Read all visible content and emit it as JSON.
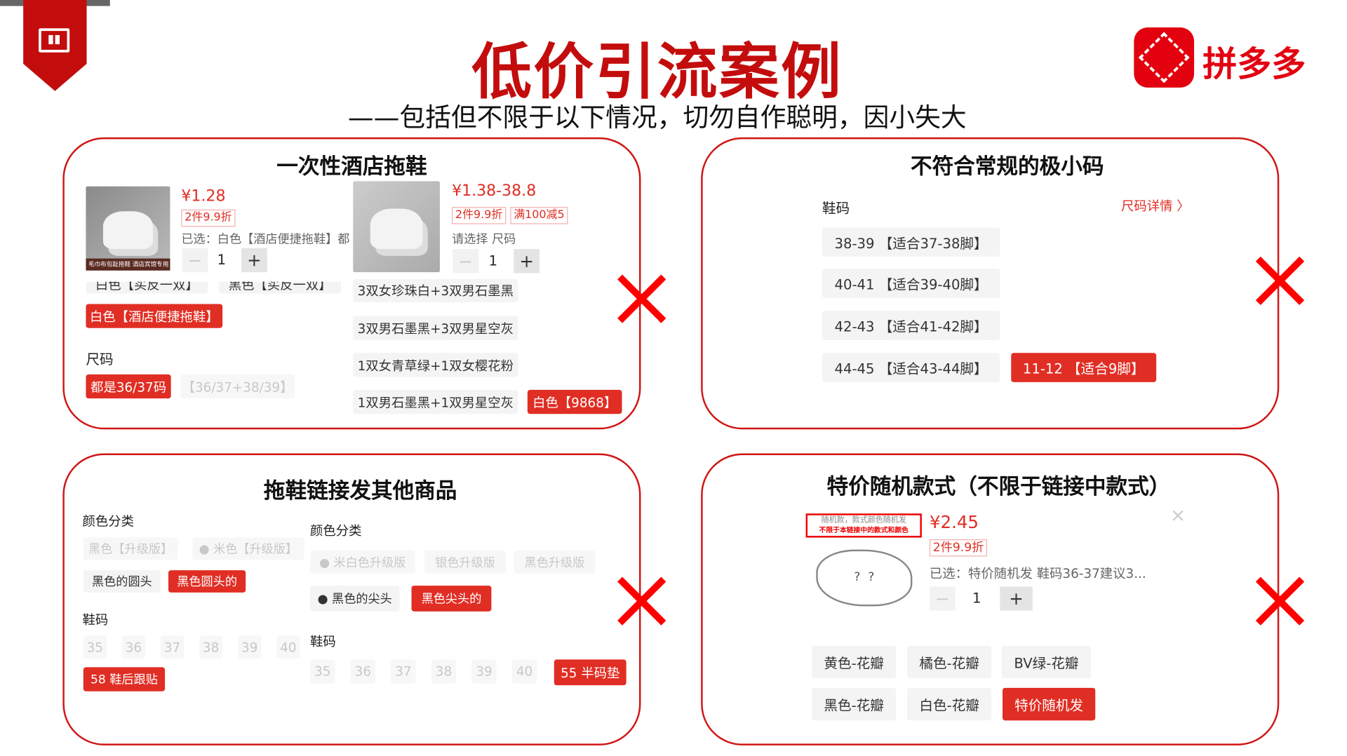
{
  "header": {
    "title": "低价引流案例",
    "subtitle": "——包括但不限于以下情况，切勿自作聪明，因小失大",
    "logo_text": "拼多多",
    "ribbon_icon": "chart-icon"
  },
  "colors": {
    "accent": "#c30d0d",
    "chip_red": "#e02e24",
    "mark": "#ff0000"
  },
  "panel1": {
    "title": "一次性酒店拖鞋",
    "left": {
      "image_caption": "毛巾布包趾拖鞋 酒店宾馆专用",
      "price": "¥1.28",
      "badge": "2件9.9折",
      "selected": "已选：白色【酒店便捷拖鞋】都是",
      "qty": "1",
      "minus": "−",
      "plus": "+",
      "partial_options": [
        "白色【买反一双】",
        "黑色【买反一双】"
      ],
      "selected_option": "白色【酒店便捷拖鞋】",
      "size_label": "尺码",
      "size_selected": "都是36/37码",
      "size_other": "【36/37+38/39】"
    },
    "right": {
      "price": "¥1.38-38.8",
      "badges": [
        "2件9.9折",
        "满100减5"
      ],
      "prompt": "请选择 尺码",
      "qty": "1",
      "minus": "−",
      "plus": "+",
      "options": [
        "3双女珍珠白+3双男石墨黑",
        "3双男石墨黑+3双男星空灰",
        "1双女青草绿+1双女樱花粉",
        "1双男石墨黑+1双男星空灰"
      ],
      "selected_option": "白色【9868】"
    }
  },
  "panel2": {
    "title": "不符合常规的极小码",
    "size_label": "鞋码",
    "details_link": "尺码详情 〉",
    "sizes": [
      "38-39 【适合37-38脚】",
      "40-41 【适合39-40脚】",
      "42-43 【适合41-42脚】",
      "44-45 【适合43-44脚】"
    ],
    "selected_size": "11-12 【适合9脚】"
  },
  "panel3": {
    "title": "拖鞋链接发其他商品",
    "left": {
      "color_label": "颜色分类",
      "faded_colors": [
        "黑色【升级版】",
        "● 米色【升级版】"
      ],
      "colors": [
        "黑色的圆头"
      ],
      "selected_color": "黑色圆头的",
      "size_label": "鞋码",
      "sizes": [
        "35",
        "36",
        "37",
        "38",
        "39",
        "40"
      ],
      "selected_size": "58 鞋后跟贴"
    },
    "right": {
      "color_label": "颜色分类",
      "faded_colors": [
        "● 米白色升级版",
        "银色升级版",
        "黑色升级版"
      ],
      "colors": [
        "● 黑色的尖头"
      ],
      "selected_color": "黑色尖头的",
      "size_label": "鞋码",
      "sizes": [
        "35",
        "36",
        "37",
        "38",
        "39",
        "40"
      ],
      "selected_size": "55 半码垫"
    }
  },
  "panel4": {
    "title": "特价随机款式（不限于链接中款式）",
    "image_note_1": "随机款，款式颜色随机发",
    "image_note_2": "不限于本链接中的款式和颜色",
    "price": "¥2.45",
    "badge": "2件9.9折",
    "selected": "已选：特价随机发 鞋码36-37建议3...",
    "qty": "1",
    "minus": "−",
    "plus": "+",
    "close": "×",
    "options": [
      "黄色-花瓣",
      "橘色-花瓣",
      "BV绿-花瓣",
      "黑色-花瓣",
      "白色-花瓣"
    ],
    "selected_option": "特价随机发"
  }
}
